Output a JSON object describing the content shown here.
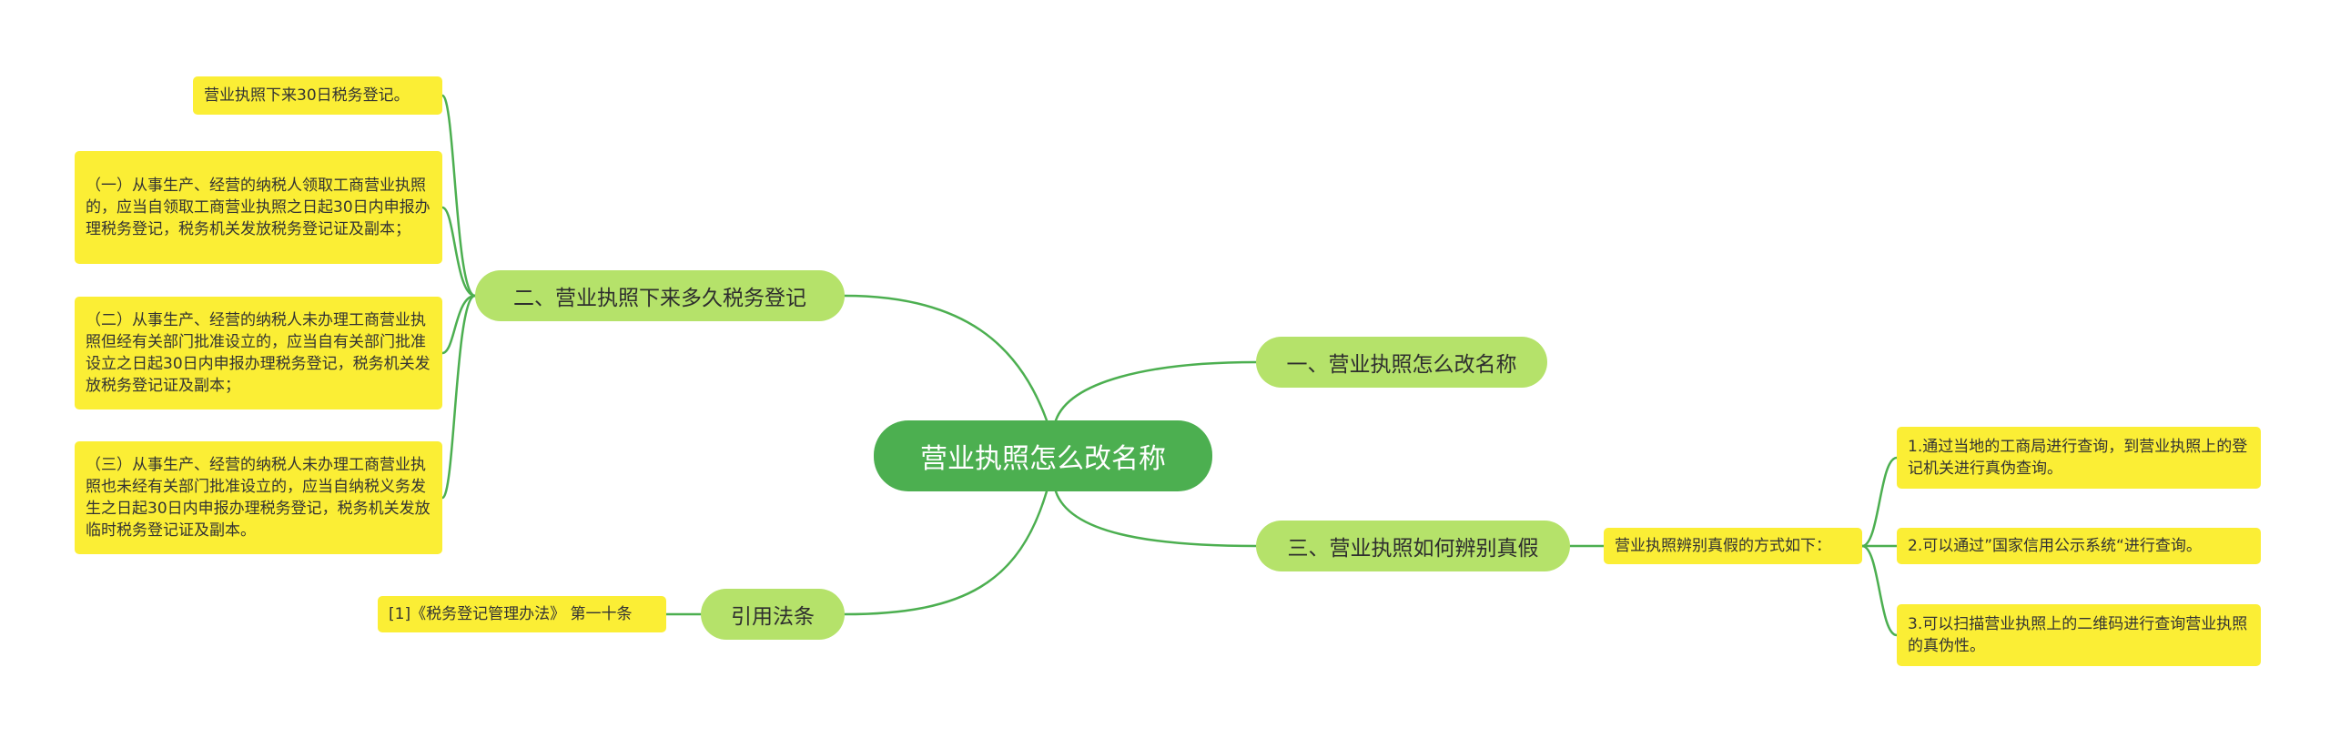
{
  "root": {
    "label": "营业执照怎么改名称"
  },
  "branches": {
    "b1": {
      "label": "一、营业执照怎么改名称"
    },
    "b2": {
      "label": "二、营业执照下来多久税务登记"
    },
    "b3": {
      "label": "三、营业执照如何辨别真假"
    },
    "b4": {
      "label": "引用法条"
    }
  },
  "leaves": {
    "b2_1": "营业执照下来30日税务登记。",
    "b2_2": "（一）从事生产、经营的纳税人领取工商营业执照的，应当自领取工商营业执照之日起30日内申报办理税务登记，税务机关发放税务登记证及副本；",
    "b2_3": "（二）从事生产、经营的纳税人未办理工商营业执照但经有关部门批准设立的，应当自有关部门批准设立之日起30日内申报办理税务登记，税务机关发放税务登记证及副本；",
    "b2_4": "（三）从事生产、经营的纳税人未办理工商营业执照也未经有关部门批准设立的，应当自纳税义务发生之日起30日内申报办理税务登记，税务机关发放临时税务登记证及副本。",
    "b3_mid": "营业执照辨别真假的方式如下：",
    "b3_1": "1.通过当地的工商局进行查询，到营业执照上的登记机关进行真伪查询。",
    "b3_2": "2.可以通过”国家信用公示系统“进行查询。",
    "b3_3": "3.可以扫描营业执照上的二维码进行查询营业执照的真伪性。",
    "b4_1": "[1]《税务登记管理办法》 第一十条"
  },
  "colors": {
    "root_fill": "#4caf50",
    "branch_fill": "#b5e26a",
    "leaf_fill": "#fbee35",
    "connector": "#4caf50"
  }
}
